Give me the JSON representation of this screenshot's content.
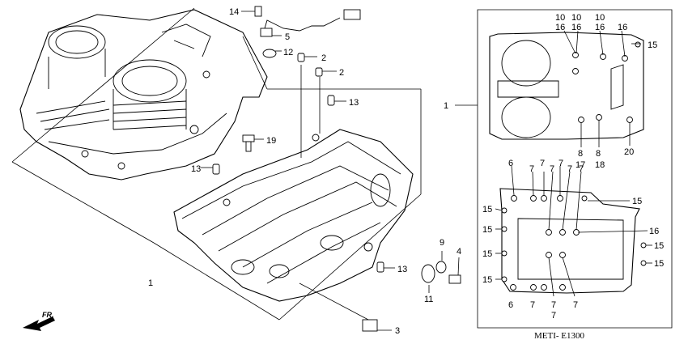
{
  "diagram": {
    "code": "METI- E1300",
    "direction_label": "FR.",
    "callouts": {
      "c14": "14",
      "c5": "5",
      "c12": "12",
      "c2a": "2",
      "c2b": "2",
      "c13a": "13",
      "c19": "19",
      "c13b": "13",
      "c13c": "13",
      "c1a": "1",
      "c3": "3",
      "c9": "9",
      "c4": "4",
      "c11": "11",
      "c1b": "1",
      "t10a": "10",
      "t16a": "16",
      "t10b": "10",
      "t16b": "16",
      "t10c": "10",
      "t16c": "16",
      "t16d": "16",
      "t15a": "15",
      "t8a": "8",
      "t17": "17",
      "t8b": "8",
      "t18": "18",
      "t20": "20",
      "b6a": "6",
      "b7a": "7",
      "b7b": "7",
      "b7c": "7",
      "b7d": "7",
      "b15a": "15",
      "b15b": "15",
      "b16": "16",
      "b15c": "15",
      "b15d": "15",
      "b15e": "15",
      "b15f": "15",
      "b15g": "15",
      "b6b": "6",
      "b7e": "7",
      "b7f": "7",
      "b7g": "7",
      "b7h": "7"
    }
  }
}
